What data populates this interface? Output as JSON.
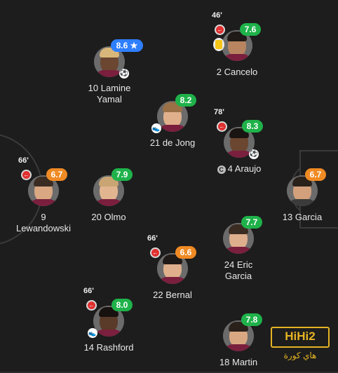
{
  "players": [
    {
      "id": "yamal",
      "number": "10",
      "name": "Lamine",
      "name2": "Yamal",
      "rating": "8.6 ★",
      "rating_color": "blue",
      "ball": true
    },
    {
      "id": "cancelo",
      "number": "2",
      "name": "Cancelo",
      "rating": "7.6",
      "rating_color": "green",
      "sub_minute": "46'",
      "sub_off": true,
      "yellow_card": true
    },
    {
      "id": "dejong",
      "number": "21",
      "name": "de Jong",
      "rating": "8.2",
      "rating_color": "green",
      "boot": true
    },
    {
      "id": "araujo",
      "number": "4",
      "name": "Araujo",
      "rating": "8.3",
      "rating_color": "green",
      "sub_minute": "78'",
      "sub_off": true,
      "ball": true,
      "captain": true
    },
    {
      "id": "lewandowski",
      "number": "9",
      "name": "Lewandowski",
      "rating": "6.7",
      "rating_color": "orange",
      "sub_minute": "66'",
      "sub_off": true
    },
    {
      "id": "olmo",
      "number": "20",
      "name": "Olmo",
      "rating": "7.9",
      "rating_color": "green"
    },
    {
      "id": "garcia13",
      "number": "13",
      "name": "Garcia",
      "rating": "6.7",
      "rating_color": "orange"
    },
    {
      "id": "ericgarcia",
      "number": "24",
      "name": "Eric",
      "name2": "Garcia",
      "rating": "7.7",
      "rating_color": "green"
    },
    {
      "id": "bernal",
      "number": "22",
      "name": "Bernal",
      "rating": "6.6",
      "rating_color": "orange",
      "sub_minute": "66'",
      "sub_off": true
    },
    {
      "id": "rashford",
      "number": "14",
      "name": "Rashford",
      "rating": "8.0",
      "rating_color": "green",
      "sub_minute": "66'",
      "sub_off": true,
      "boot": true
    },
    {
      "id": "martin",
      "number": "18",
      "name": "Martin",
      "rating": "7.8",
      "rating_color": "green"
    }
  ],
  "watermark": {
    "logo": "HiHi2",
    "sub": "هاي كورة"
  },
  "colors": {
    "green": "#1fb24a",
    "orange": "#f08a24",
    "blue": "#2e7fff",
    "background": "#1d1d1d",
    "lines": "#3a3a3a"
  }
}
